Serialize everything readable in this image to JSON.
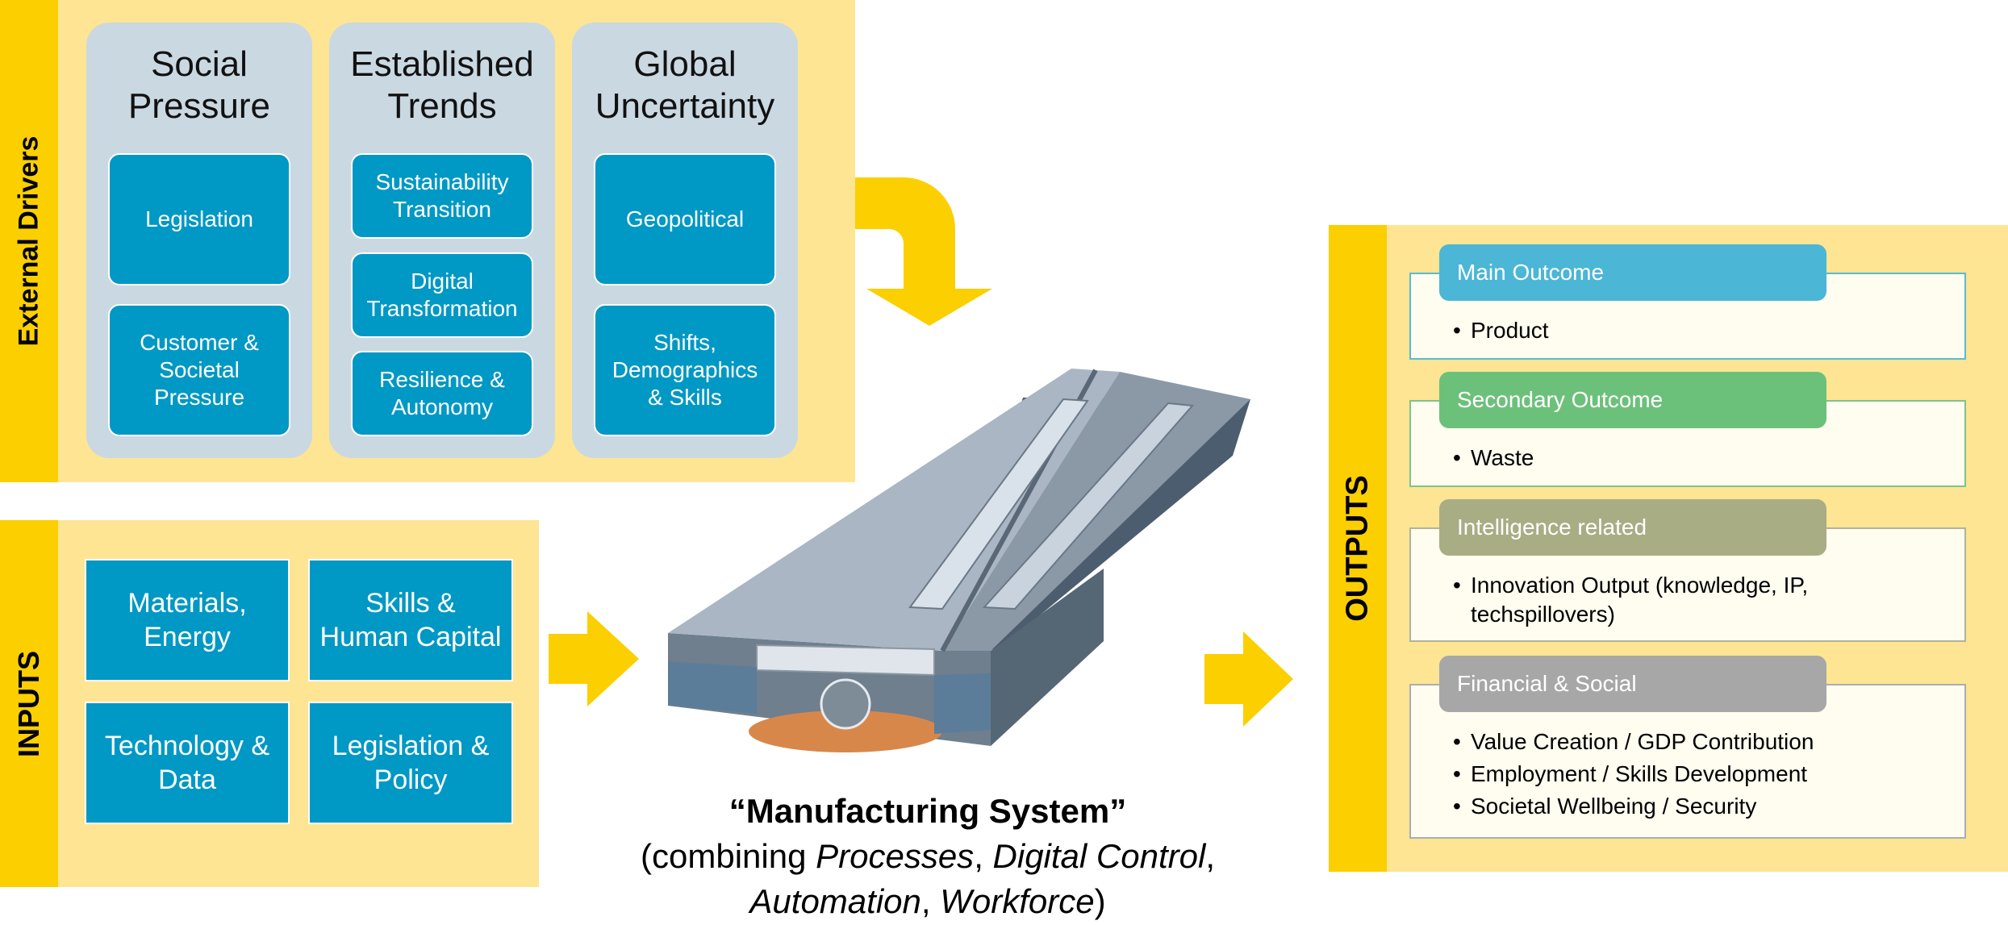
{
  "external_drivers": {
    "side_label": "External Drivers",
    "columns": [
      {
        "title_line1": "Social",
        "title_line2": "Pressure",
        "items": [
          "Legislation",
          "Customer & Societal Pressure"
        ]
      },
      {
        "title_line1": "Established",
        "title_line2": "Trends",
        "items": [
          "Sustainability Transition",
          "Digital Transformation",
          "Resilience & Autonomy"
        ]
      },
      {
        "title_line1": "Global",
        "title_line2": "Uncertainty",
        "items": [
          "Geopolitical",
          "Shifts, Demographics & Skills"
        ]
      }
    ]
  },
  "inputs": {
    "side_label": "INPUTS",
    "items": [
      "Materials, Energy",
      "Skills & Human Capital",
      "Technology & Data",
      "Legislation & Policy"
    ]
  },
  "center": {
    "title": "“Manufacturing System”",
    "caption_prefix": "(combining ",
    "term1": "Processes",
    "sep1": ", ",
    "term2": "Digital Control",
    "sep2": ",",
    "term3": "Automation",
    "sep3": ", ",
    "term4": "Workforce",
    "caption_suffix": ")"
  },
  "outputs": {
    "side_label": "OUTPUTS",
    "cards": [
      {
        "heading": "Main Outcome",
        "color": "#4bb6d5",
        "border": "#5bbad0",
        "bullets": [
          "Product"
        ]
      },
      {
        "heading": "Secondary Outcome",
        "color": "#6cc17a",
        "border": "#7cc58a",
        "bullets": [
          "Waste"
        ]
      },
      {
        "heading": "Intelligence related",
        "color": "#a8ad84",
        "border": "#b0b49a",
        "bullets": [
          "Innovation Output (knowledge, IP, techspillovers)"
        ]
      },
      {
        "heading": "Financial & Social",
        "color": "#a7a7a7",
        "border": "#a9aeb2",
        "bullets": [
          "Value Creation / GDP Contribution",
          "Employment / Skills Development",
          "Societal Wellbeing / Security"
        ]
      }
    ]
  },
  "colors": {
    "panel": "#fde593",
    "sidebar": "#fbcf00",
    "box": "#0098c4",
    "column": "#cad8e2",
    "arrow": "#fbcf00"
  },
  "icons": [
    "down-turn-arrow-icon",
    "right-arrow-icon",
    "factory-building-icon"
  ]
}
